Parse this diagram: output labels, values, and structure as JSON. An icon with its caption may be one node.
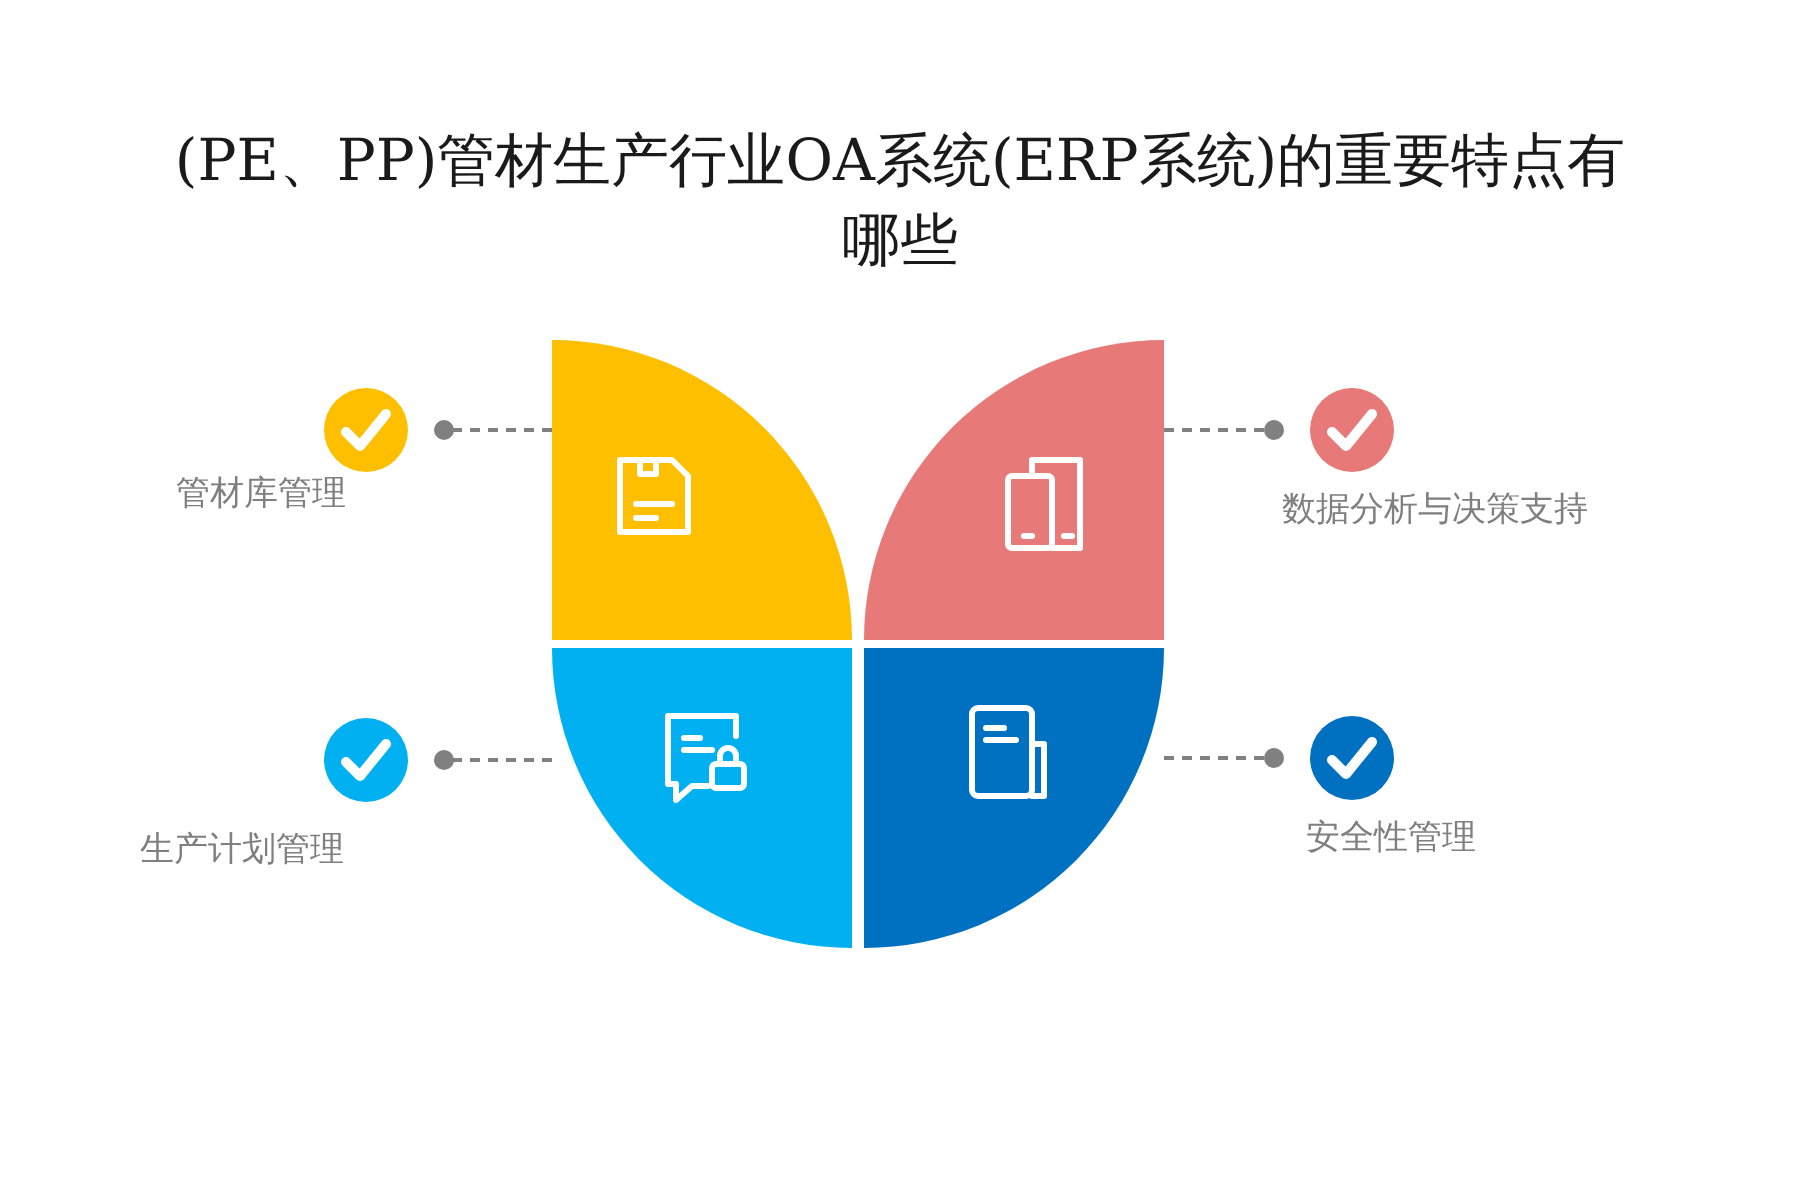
{
  "diagram": {
    "title": "(PE、PP)管材生产行业OA系统(ERP系统)的重要特点有哪些",
    "nodes": [
      {
        "text": [
          "管材库管理"
        ]
      },
      {
        "text": [],
        "shape": "sector"
      },
      {
        "text": [],
        "shape": "sector"
      },
      {
        "text": [
          "数据分析与决策支持"
        ]
      },
      {
        "text": [
          "生产计划管理"
        ]
      },
      {
        "text": [],
        "shape": "sector"
      },
      {
        "text": [],
        "shape": "sector"
      },
      {
        "text": [
          "安全性管理"
        ]
      }
    ],
    "edges": [
      {
        "from": 1,
        "to": 0,
        "arrow": "other",
        "style": "dashed"
      },
      {
        "from": 2,
        "to": 3,
        "arrow": "other",
        "style": "dashed"
      },
      {
        "from": 5,
        "to": 4,
        "arrow": "other",
        "style": "dashed"
      },
      {
        "from": 6,
        "to": 7,
        "arrow": "other",
        "style": "dashed"
      }
    ]
  }
}
